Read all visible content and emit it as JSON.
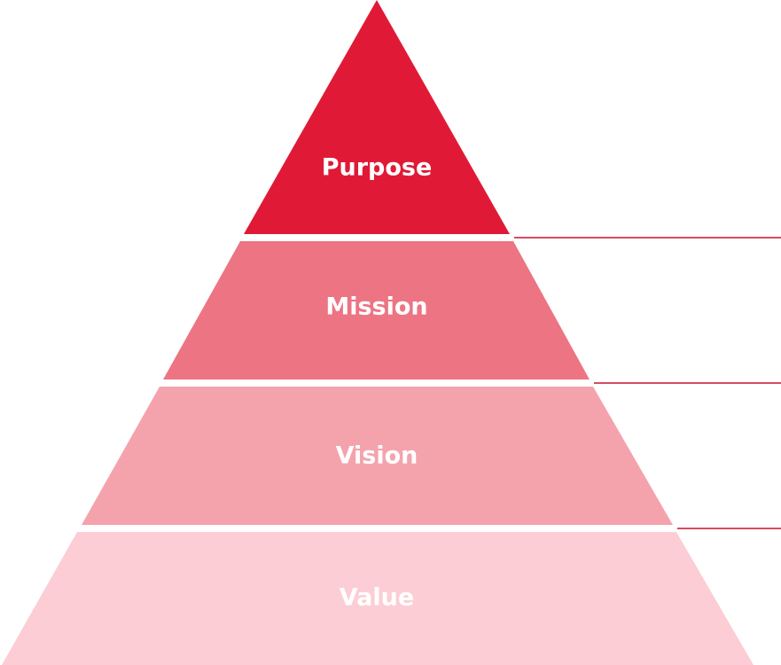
{
  "diagram": {
    "tiers": [
      {
        "label": "Purpose",
        "color": "#e01a36"
      },
      {
        "label": "Mission",
        "color": "#ed7483"
      },
      {
        "label": "Vision",
        "color": "#f4a3ad"
      },
      {
        "label": "Value",
        "color": "#fccdd4"
      }
    ],
    "connector_color": "#c8102e"
  }
}
